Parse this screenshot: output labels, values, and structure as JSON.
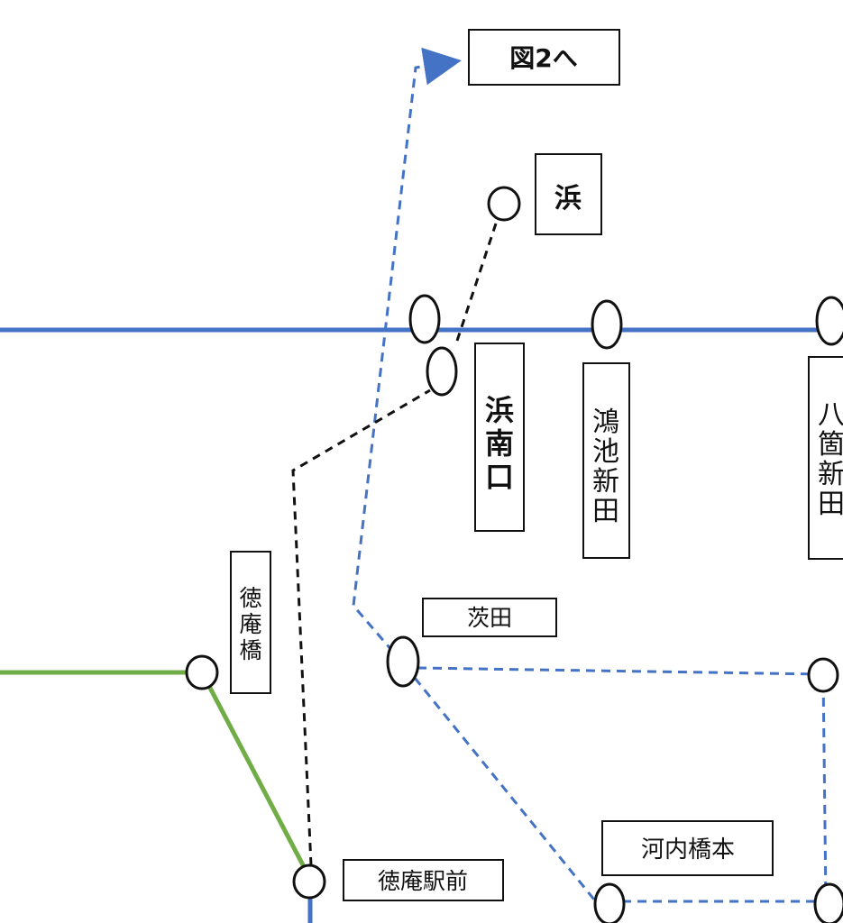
{
  "colors": {
    "background": "#ffffff",
    "blue_line": "#4472c4",
    "green_line": "#70ad47",
    "planned_dashed": "#4472c4",
    "black_dashed": "#111111",
    "station_fill": "#ffffff",
    "station_stroke": "#111111",
    "label_border": "#111111"
  },
  "labels": {
    "to_figure2": "図2へ",
    "hama": "浜",
    "hamaminamiguchi": [
      "浜",
      "南",
      "口"
    ],
    "konoikeshinden": [
      "鴻",
      "池",
      "新",
      "田"
    ],
    "yakatashinden": [
      "八",
      "箇",
      "新",
      "田"
    ],
    "tokuanbashi": [
      "徳",
      "庵",
      "橋"
    ],
    "ibarata": "茨田",
    "kawachikyobashi_moto": "河内橋本",
    "tokuan_ekimae": "徳庵駅前"
  },
  "icons": {
    "arrowhead": "arrowhead-right-icon",
    "station": "station-circle-icon"
  }
}
